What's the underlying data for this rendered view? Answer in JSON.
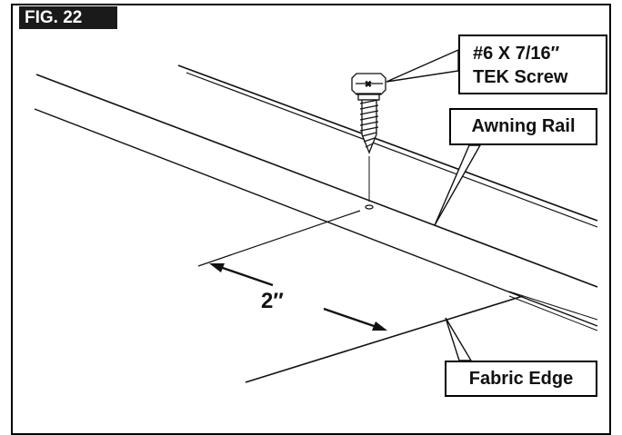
{
  "figure": {
    "label": "FIG. 22",
    "callouts": {
      "screw_line1": "#6 X 7/16″",
      "screw_line2": "TEK Screw",
      "awning_rail": "Awning Rail",
      "fabric_edge": "Fabric Edge"
    },
    "dimension": "2″",
    "colors": {
      "ink": "#111111",
      "tag_bg": "#1a1a1a",
      "paper": "#ffffff"
    }
  }
}
